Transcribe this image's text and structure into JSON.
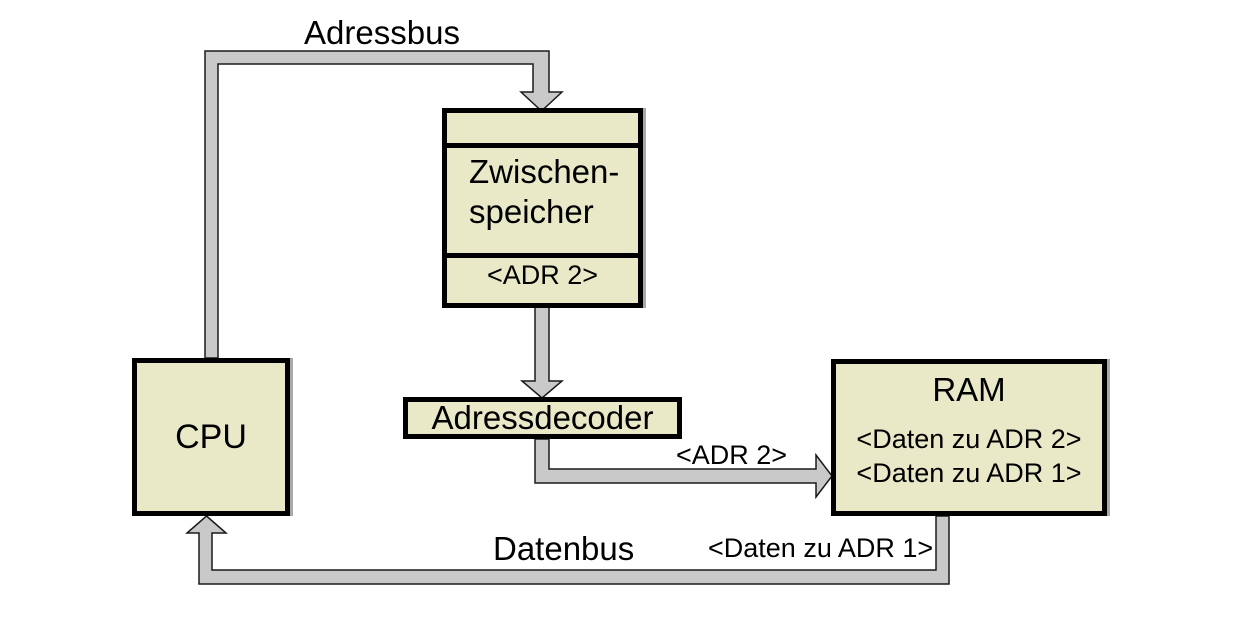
{
  "diagram": {
    "adressbus_label": "Adressbus",
    "datenbus_label": "Datenbus",
    "adr2_bus_label": "<ADR 2>",
    "daten_adr1_bus_label": "<Daten zu ADR 1>",
    "cpu": {
      "label": "CPU"
    },
    "zwischenspeicher": {
      "name_line1": "Zwischen-",
      "name_line2": "speicher",
      "register_value": "<ADR 2>"
    },
    "adressdecoder": {
      "label": "Adressdecoder"
    },
    "ram": {
      "title": "RAM",
      "cell1": "<Daten zu ADR 2>",
      "cell2": "<Daten zu ADR 1>"
    },
    "colors": {
      "box_fill": "#e9e9c8",
      "bus_fill": "#c9c9c9",
      "bus_outline": "#1a1a1a",
      "box_border": "#000000",
      "box_shadow": "#a9a9a9"
    }
  }
}
